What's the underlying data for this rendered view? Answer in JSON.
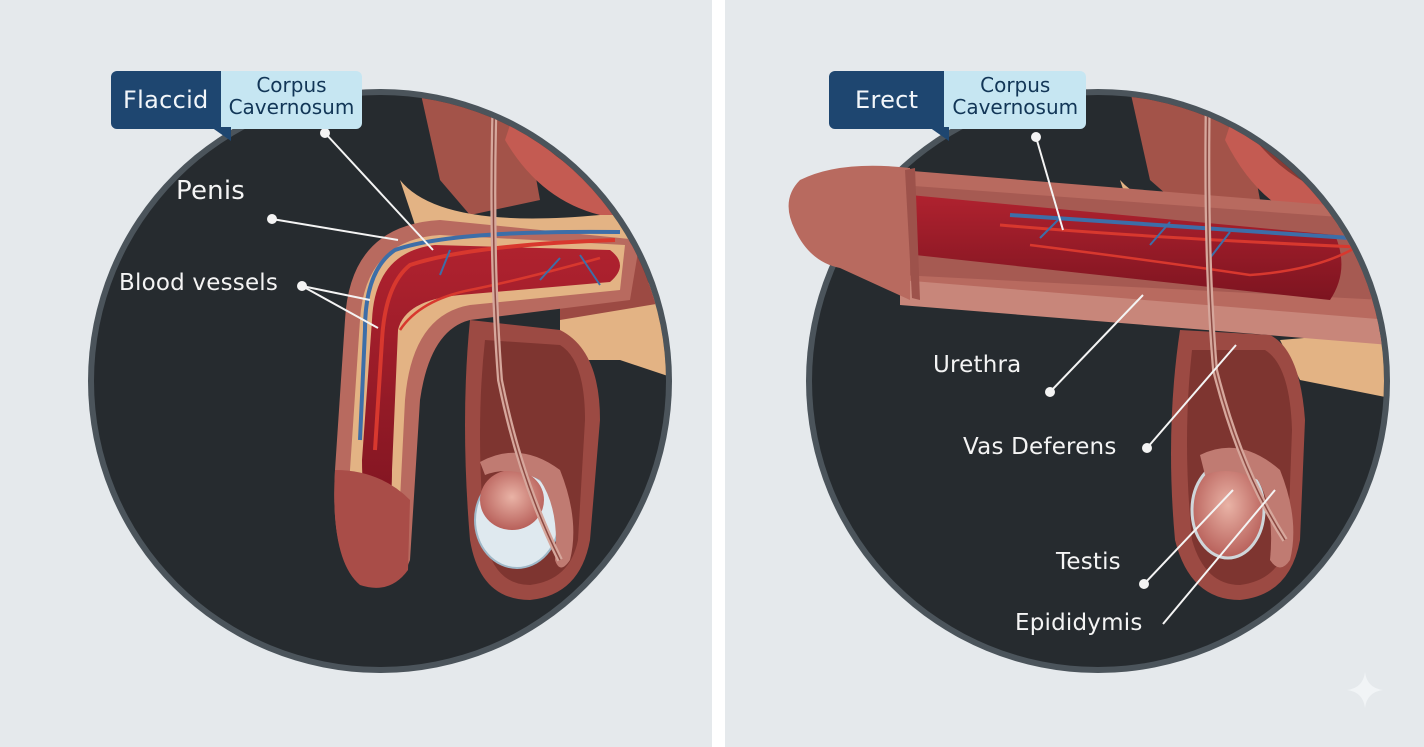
{
  "panels": {
    "left": {
      "state_label": "Flaccid",
      "structure_label": "Corpus Cavernosum",
      "structure_label_line1": "Corpus",
      "structure_label_line2": "Cavernosum",
      "callouts": [
        {
          "id": "penis",
          "text": "Penis"
        },
        {
          "id": "blood-vessels",
          "text": "Blood vessels"
        }
      ]
    },
    "right": {
      "state_label": "Erect",
      "structure_label": "Corpus Cavernosum",
      "structure_label_line1": "Corpus",
      "structure_label_line2": "Cavernosum",
      "callouts": [
        {
          "id": "urethra",
          "text": "Urethra"
        },
        {
          "id": "vas-deferens",
          "text": "Vas Deferens"
        },
        {
          "id": "testis",
          "text": "Testis"
        },
        {
          "id": "epididymis",
          "text": "Epididymis"
        }
      ]
    }
  },
  "colors": {
    "background": "#e5e9ec",
    "circle_fill": "#262b2f",
    "circle_ring": "#4b545b",
    "tag_dark": "#1e4670",
    "tag_light": "#c6e6f2",
    "tissue_red": "#9c1f2b",
    "skin": "#b86a5f",
    "fat": "#e3b384",
    "vein": "#3d6ea8",
    "artery": "#d8382e"
  },
  "decorations": {
    "corner_icon": "sparkle-icon"
  }
}
